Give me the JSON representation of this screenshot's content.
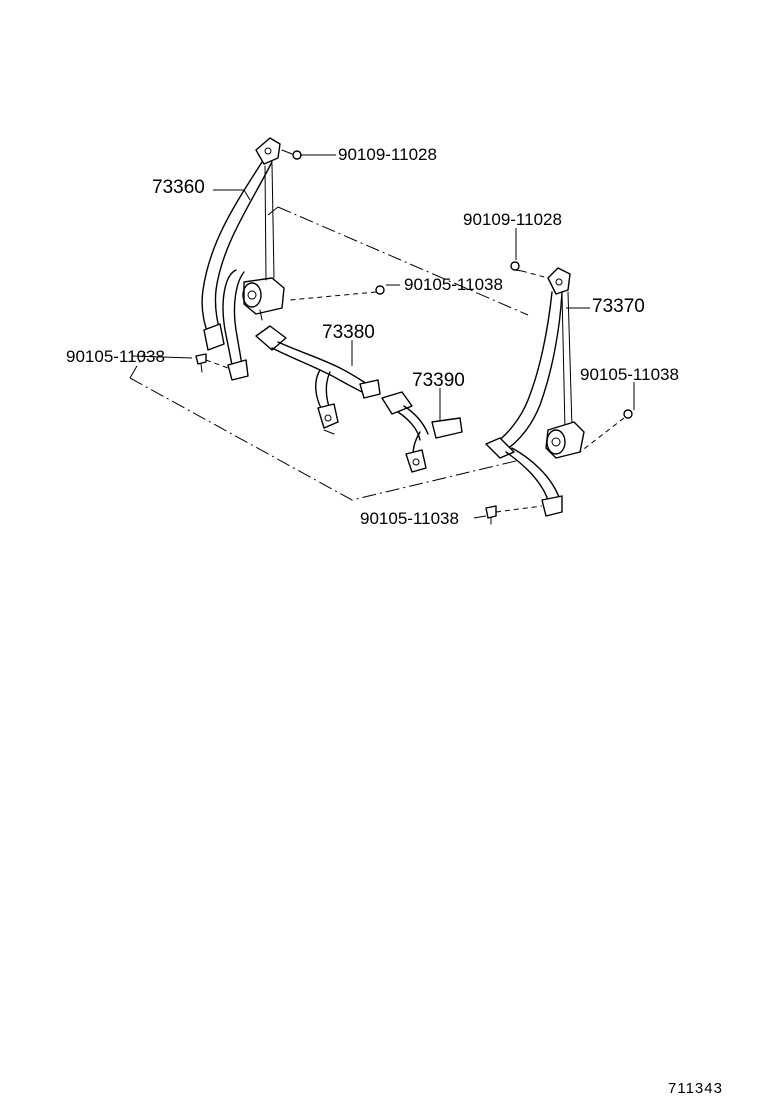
{
  "labels": {
    "top_left_bolt": "90109-11028",
    "belt_left": "73360",
    "top_right_bolt": "90109-11028",
    "mid_bolt": "90105-11038",
    "belt_right": "73370",
    "center_belt_a": "73380",
    "left_bolt": "90105-11038",
    "center_belt_b": "73390",
    "right_bolt": "90105-11038",
    "bottom_bolt": "90105-11038"
  },
  "figure_number": "711343"
}
